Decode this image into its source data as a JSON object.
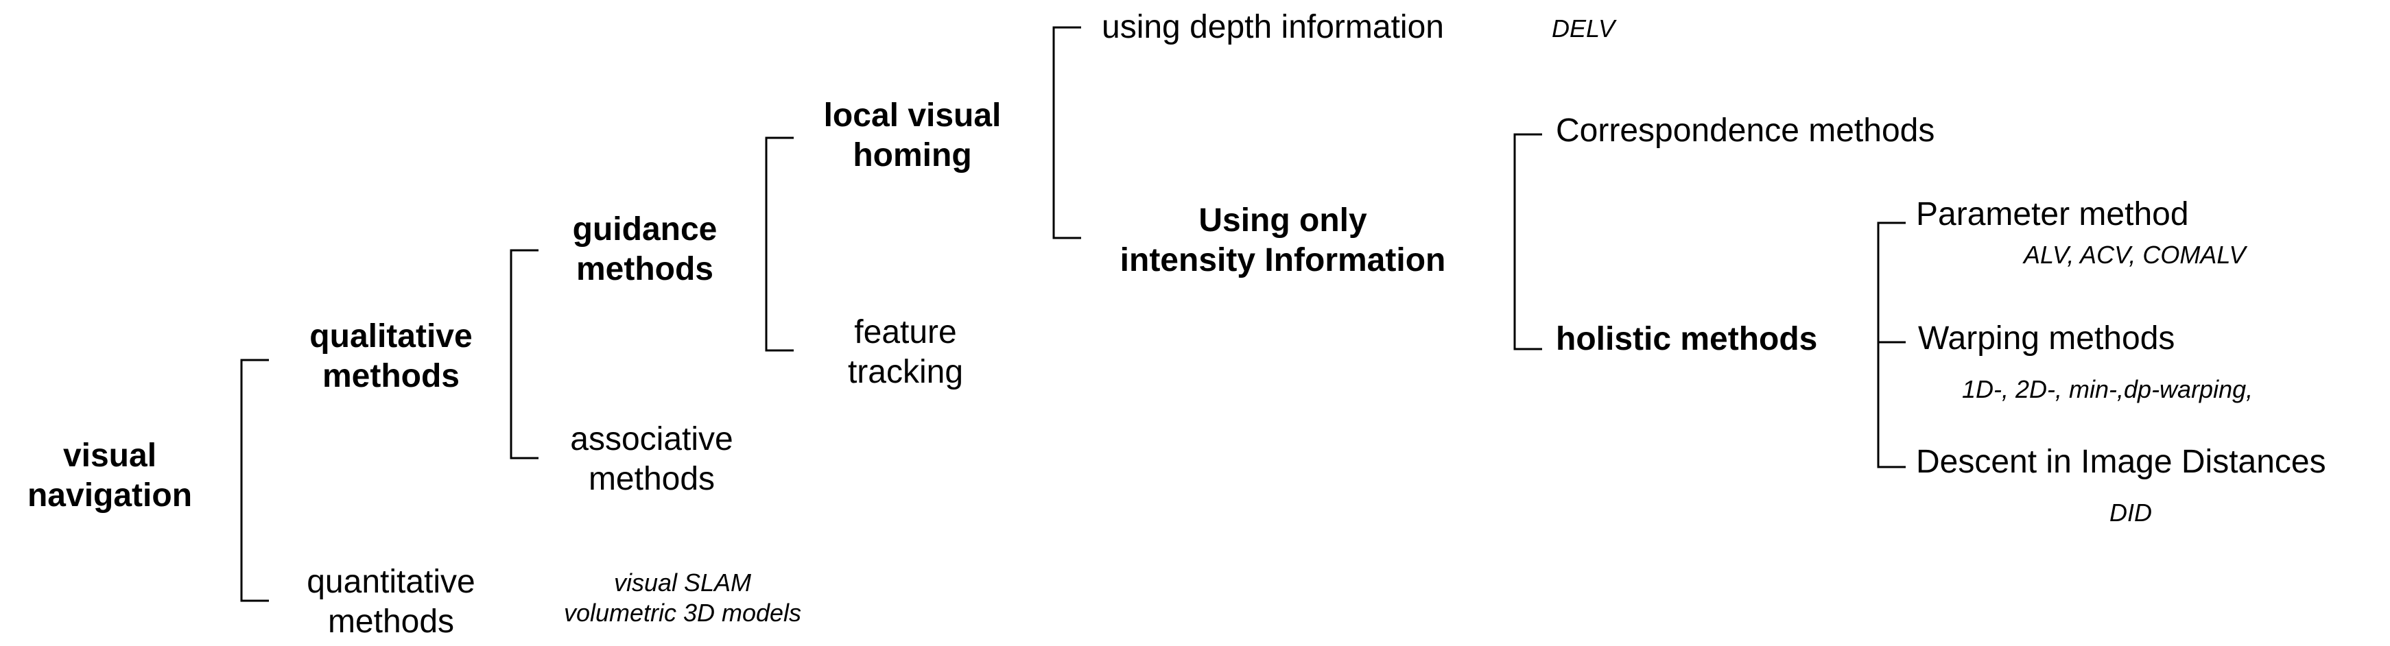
{
  "root": {
    "line1": "visual",
    "line2": "navigation"
  },
  "qualitative": {
    "line1": "qualitative",
    "line2": "methods"
  },
  "quantitative": {
    "line1": "quantitative",
    "line2": "methods",
    "examples": [
      "visual SLAM",
      "volumetric 3D models"
    ]
  },
  "guidance": {
    "line1": "guidance",
    "line2": "methods"
  },
  "associative": {
    "line1": "associative",
    "line2": "methods"
  },
  "local_homing": {
    "line1": "local visual",
    "line2": "homing"
  },
  "feature_tracking": {
    "line1": "feature",
    "line2": "tracking"
  },
  "depth": {
    "label": "using depth information",
    "example": "DELV"
  },
  "intensity": {
    "line1": "Using only",
    "line2": "intensity Information"
  },
  "correspondence": {
    "label": "Correspondence methods"
  },
  "holistic": {
    "label": "holistic methods"
  },
  "parameter": {
    "label": "Parameter method",
    "example": "ALV, ACV, COMALV"
  },
  "warping": {
    "label": "Warping methods",
    "example": "1D-, 2D-, min-,dp-warping,"
  },
  "did": {
    "label": "Descent in Image Distances",
    "example": "DID"
  }
}
